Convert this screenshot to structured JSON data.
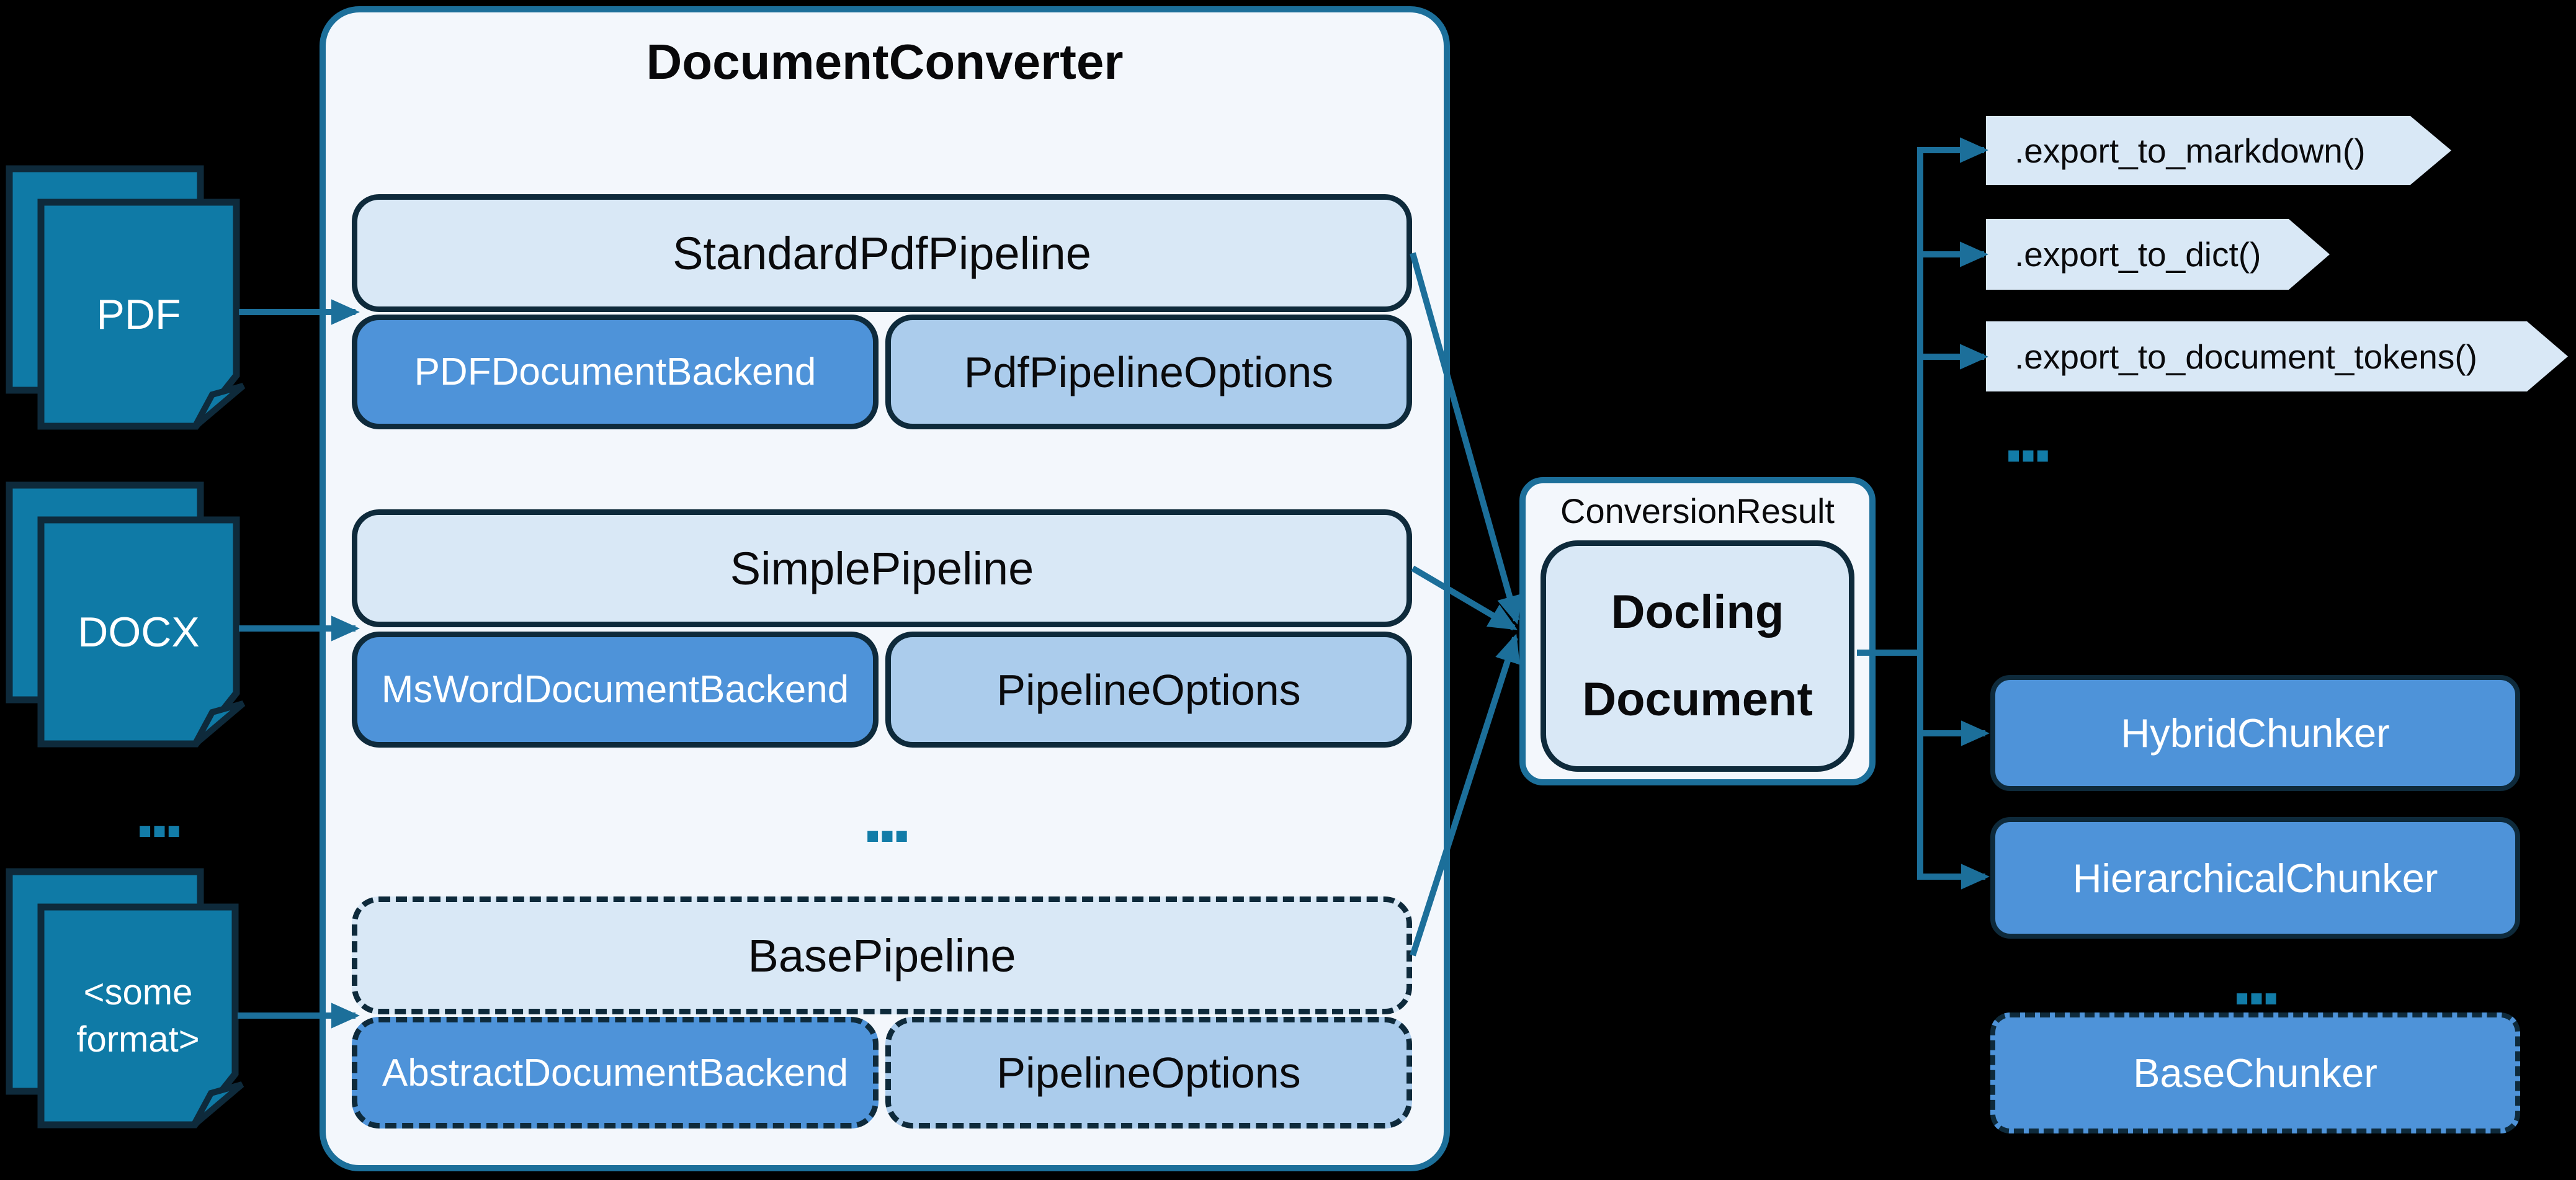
{
  "diagram": {
    "title": "DocumentConverter",
    "ellipsis": "...",
    "colors": {
      "background": "#000000",
      "accent_teal": "#1c6f9a",
      "dark_border": "#0e2a3b",
      "document_teal": "#0f7aa6",
      "light_blue": "#d9e8f6",
      "mid_blue": "#4e93d9",
      "pale_blue": "#abccec",
      "panel_fill": "#f3f7fc",
      "dots_teal": "#127ca8"
    },
    "inputs": [
      {
        "label": "PDF"
      },
      {
        "label": "DOCX"
      },
      {
        "label": "<some\nformat>"
      }
    ],
    "converter": {
      "groups": [
        {
          "pipeline": "StandardPdfPipeline",
          "backend": "PDFDocumentBackend",
          "options": "PdfPipelineOptions"
        },
        {
          "pipeline": "SimplePipeline",
          "backend": "MsWordDocumentBackend",
          "options": "PipelineOptions"
        },
        {
          "pipeline": "BasePipeline",
          "backend": "AbstractDocumentBackend",
          "options": "PipelineOptions"
        }
      ]
    },
    "result": {
      "label": "ConversionResult",
      "document": "Docling\nDocument"
    },
    "exports": [
      ".export_to_markdown()",
      ".export_to_dict()",
      ".export_to_document_tokens()"
    ],
    "chunkers": [
      {
        "label": "HybridChunker"
      },
      {
        "label": "HierarchicalChunker"
      },
      {
        "label": "BaseChunker"
      }
    ]
  }
}
